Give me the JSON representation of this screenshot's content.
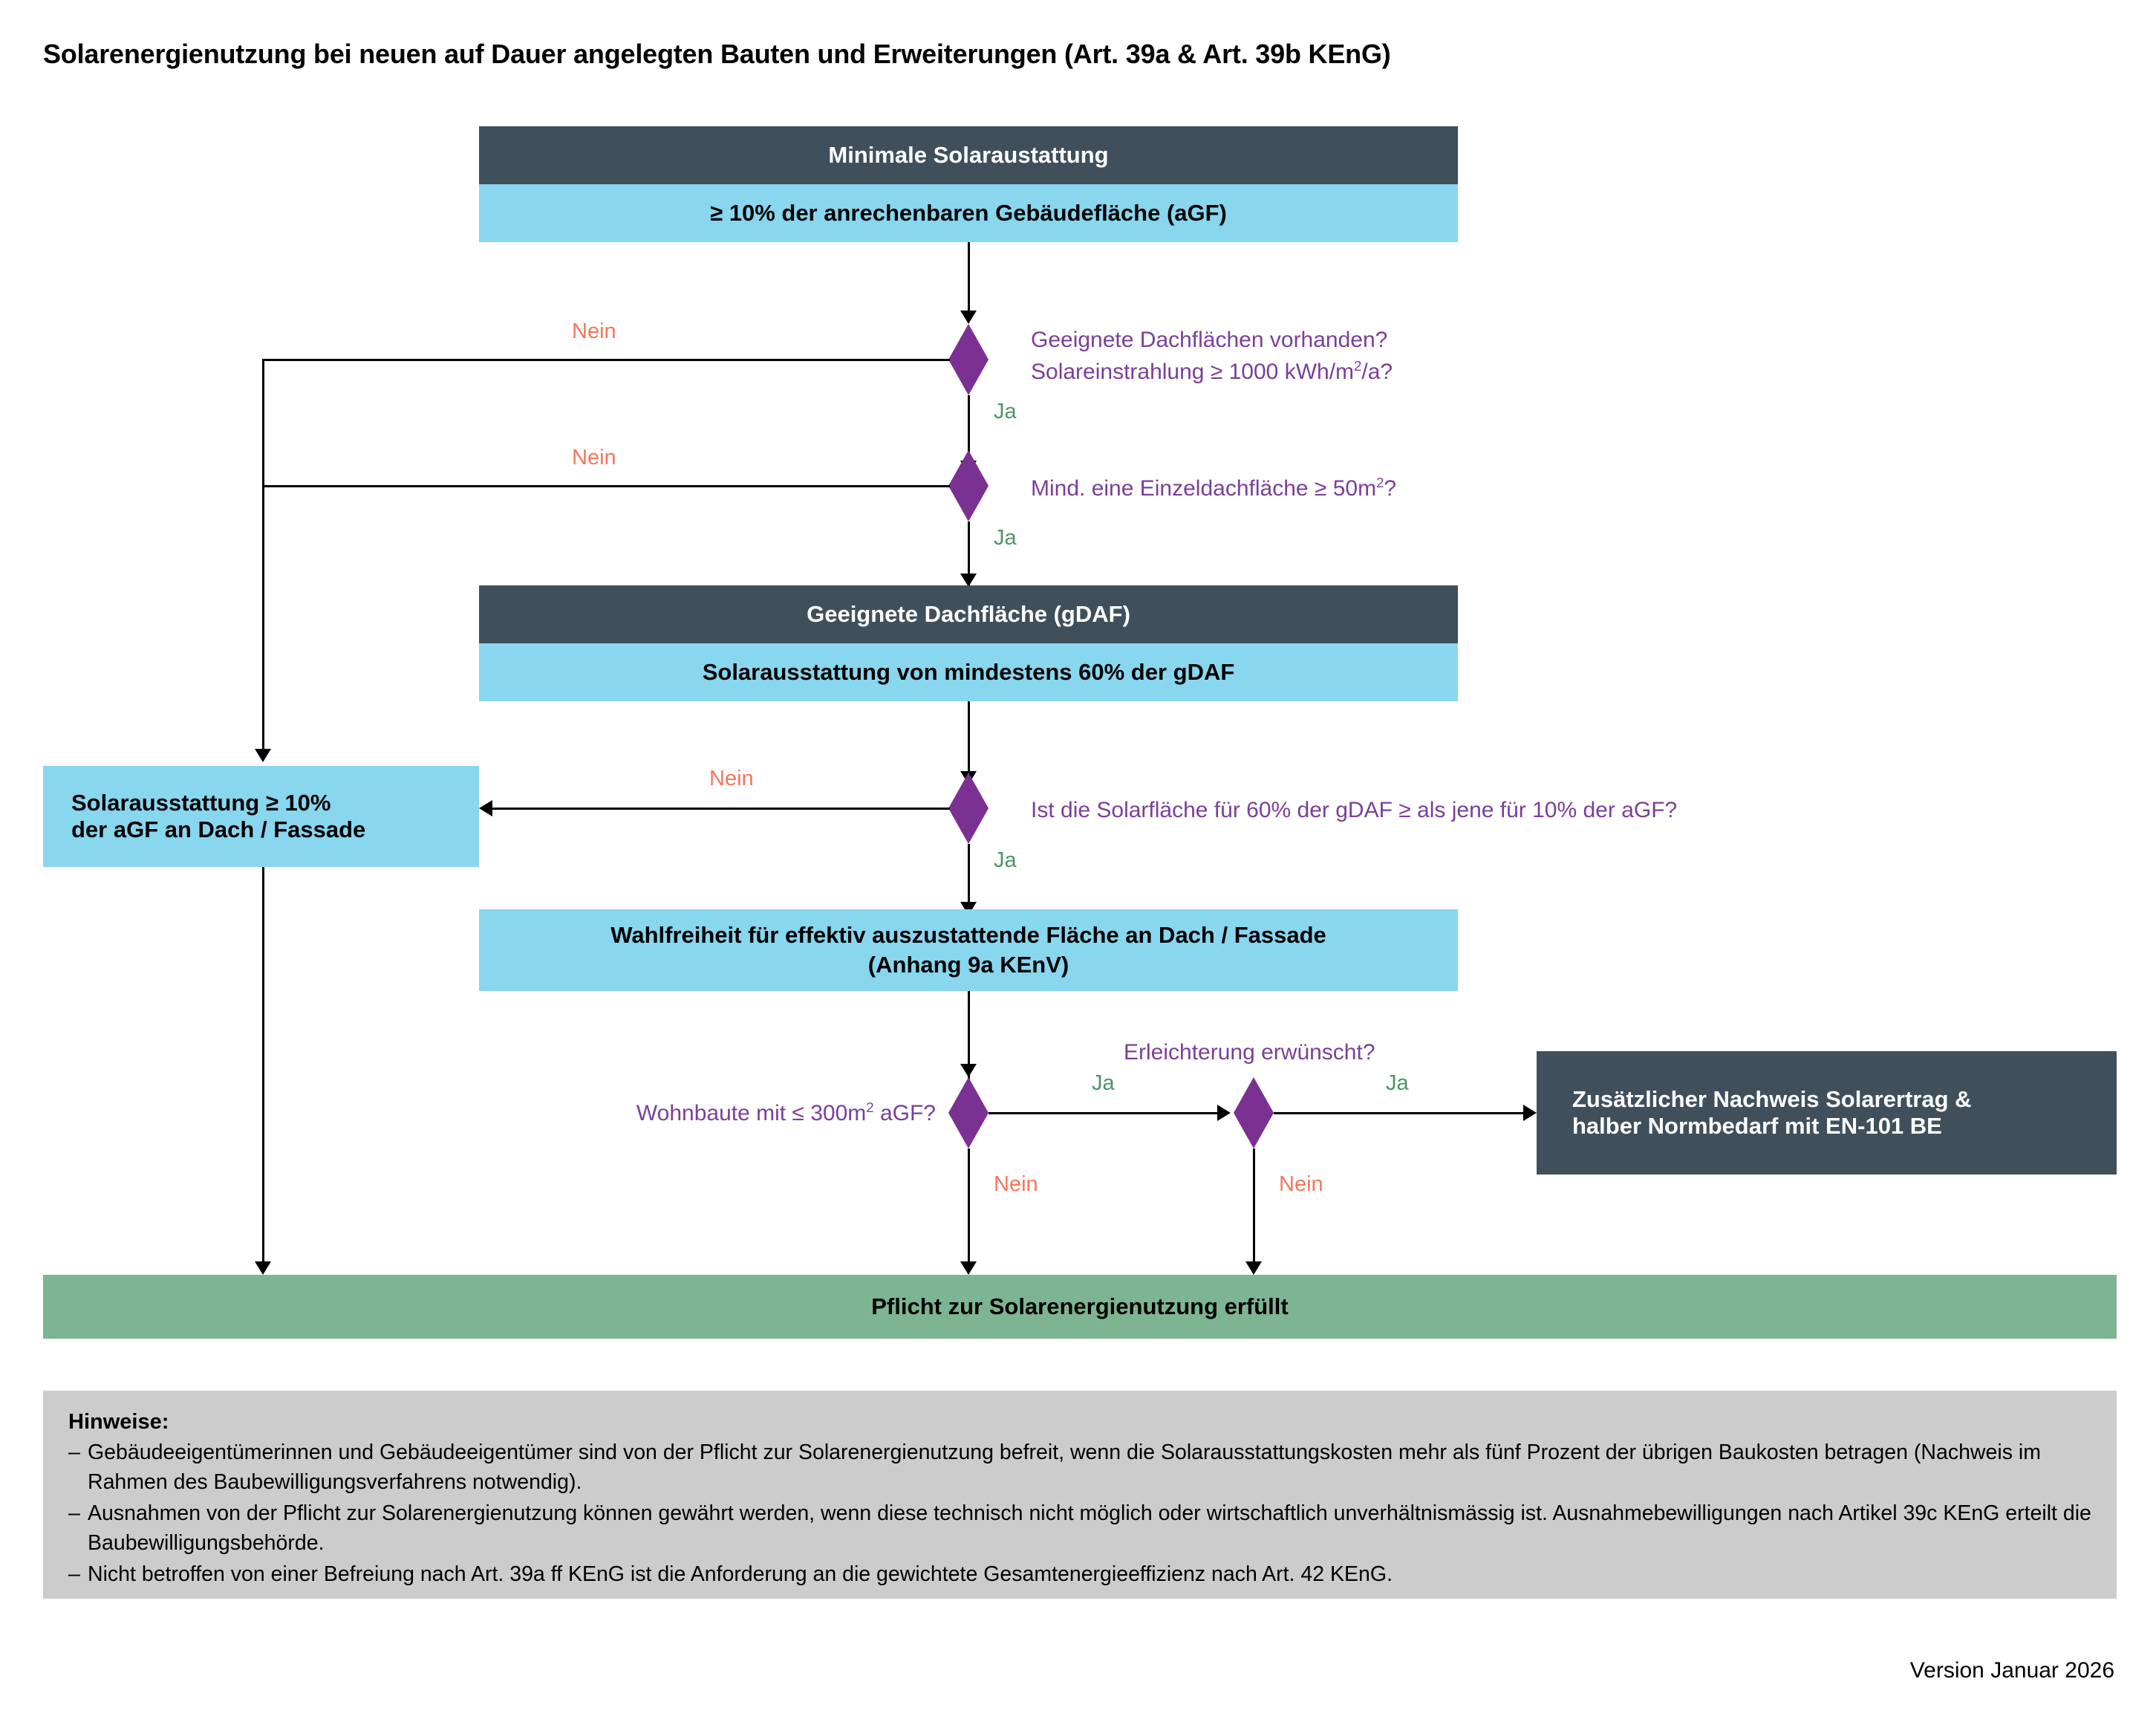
{
  "title": "Solarenergienutzung bei neuen auf Dauer angelegten Bauten und Erweiterungen (Art. 39a & Art. 39b KEnG)",
  "colors": {
    "dark": "#3f505c",
    "blue": "#89d6ef",
    "green": "#7db592",
    "purple": "#7b3191",
    "question_text": "#7b3f98",
    "yes": "#4d9469",
    "no": "#f4765c",
    "note_bg": "#cccccc"
  },
  "flow": {
    "node_min_solar_header": "Minimale Solaraustattung",
    "node_min_solar_body": "≥ 10% der anrechenbaren Gebäudefläche (aGF)",
    "decision_1_line1": "Geeignete Dachflächen vorhanden?",
    "decision_1_line2_pre": "Solareinstrahlung ≥ 1000 kWh/m",
    "decision_1_line2_sup": "2",
    "decision_1_line2_post": "/a?",
    "decision_2_pre": "Mind. eine Einzeldachfläche ≥ 50m",
    "decision_2_sup": "2",
    "decision_2_post": "?",
    "node_gdaf_header": "Geeignete Dachfläche (gDAF)",
    "node_gdaf_body": "Solarausstattung von mindestens 60% der gDAF",
    "decision_3": "Ist die Solarfläche für 60% der gDAF ≥ als jene für 10% der aGF?",
    "node_left_line1": "Solarausstattung ≥ 10%",
    "node_left_line2": "der aGF an Dach / Fassade",
    "node_wahlfreiheit_line1": "Wahlfreiheit für effektiv auszustattende Fläche an Dach / Fassade",
    "node_wahlfreiheit_line2": "(Anhang 9a KEnV)",
    "decision_4_pre": "Wohnbaute mit ≤ 300m",
    "decision_4_sup": "2",
    "decision_4_post": " aGF?",
    "decision_5": "Erleichterung erwünscht?",
    "node_nachweis_line1": "Zusätzlicher Nachweis Solarertrag &",
    "node_nachweis_line2": "halber Normbedarf mit EN-101 BE",
    "node_result": "Pflicht zur Solarenergienutzung erfüllt",
    "label_ja": "Ja",
    "label_nein": "Nein"
  },
  "notes": {
    "heading": "Hinweise:",
    "dash": "–",
    "items": [
      "Gebäudeeigentümerinnen und Gebäudeeigentümer sind von der Pflicht zur Solarenergienutzung befreit, wenn die Solarausstattungskosten mehr als fünf Prozent der übrigen Baukosten betragen (Nachweis im Rahmen des Baubewilligungsverfahrens notwendig).",
      "Ausnahmen von der Pflicht zur Solarenergienutzung können gewährt werden, wenn diese technisch nicht möglich oder wirtschaftlich unverhältnismässig ist. Ausnahmebewilligungen nach Artikel 39c KEnG erteilt die Baubewilligungsbehörde.",
      "Nicht betroffen von einer Befreiung nach Art. 39a ff KEnG ist die Anforderung an die gewichtete Gesamtenergieeffizienz nach Art. 42 KEnG."
    ]
  },
  "footer": {
    "version": "Version Januar 2026"
  }
}
